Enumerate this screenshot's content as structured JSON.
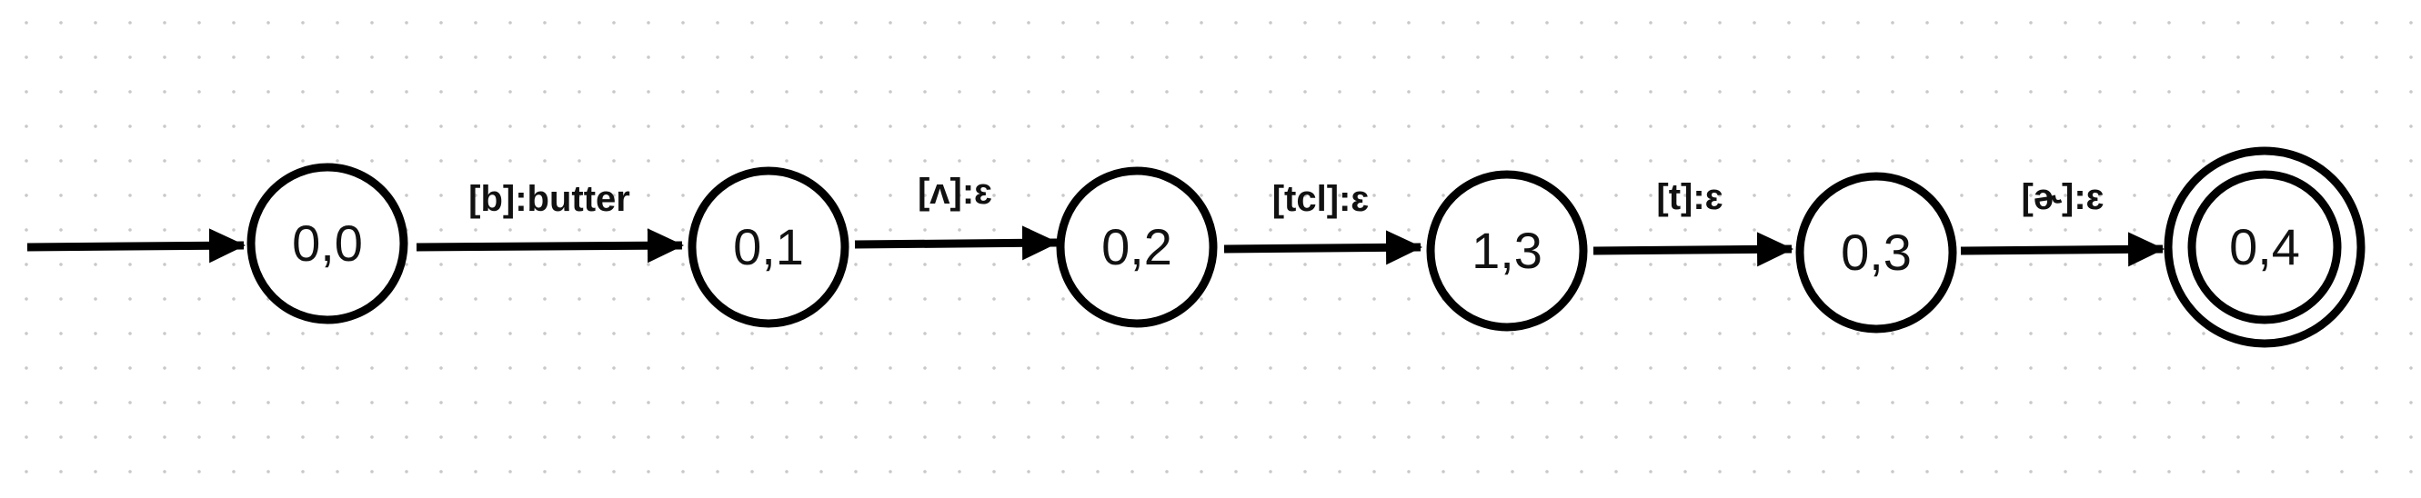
{
  "diagram": {
    "states": [
      {
        "id": "s00",
        "label": "0,0",
        "accepting": false
      },
      {
        "id": "s01",
        "label": "0,1",
        "accepting": false
      },
      {
        "id": "s02",
        "label": "0,2",
        "accepting": false
      },
      {
        "id": "s13",
        "label": "1,3",
        "accepting": false
      },
      {
        "id": "s03",
        "label": "0,3",
        "accepting": false
      },
      {
        "id": "s04",
        "label": "0,4",
        "accepting": true
      }
    ],
    "start_state": "s00",
    "transitions": [
      {
        "from": "s00",
        "to": "s01",
        "label": "[b]:butter"
      },
      {
        "from": "s01",
        "to": "s02",
        "label": "[ʌ]:ɛ"
      },
      {
        "from": "s02",
        "to": "s13",
        "label": "[tcl]:ɛ"
      },
      {
        "from": "s13",
        "to": "s03",
        "label": "[t]:ɛ"
      },
      {
        "from": "s03",
        "to": "s04",
        "label": "[ɚ]:ɛ"
      }
    ]
  }
}
